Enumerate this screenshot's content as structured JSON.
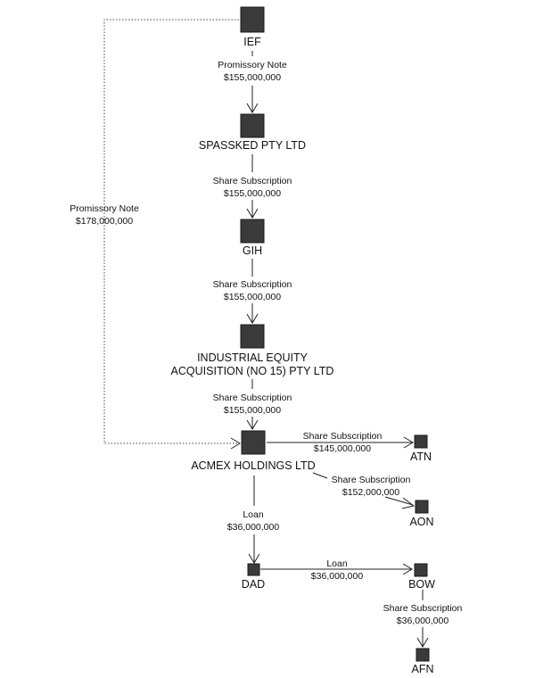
{
  "nodes": {
    "ief": "IEF",
    "spassked": "SPASSKED PTY LTD",
    "gih": "GIH",
    "industrial_line1": "INDUSTRIAL EQUITY",
    "industrial_line2": "ACQUISITION (NO 15) PTY LTD",
    "acmex": "ACMEX HOLDINGS LTD",
    "atn": "ATN",
    "aon": "AON",
    "dad": "DAD",
    "bow": "BOW",
    "afn": "AFN"
  },
  "edges": {
    "ief_spassked": {
      "type": "Promissory Note",
      "amount": "$155,000,000"
    },
    "spassked_gih": {
      "type": "Share Subscription",
      "amount": "$155,000,000"
    },
    "gih_industrial": {
      "type": "Share Subscription",
      "amount": "$155,000,000"
    },
    "industrial_acmex": {
      "type": "Share Subscription",
      "amount": "$155,000,000"
    },
    "ief_acmex": {
      "type": "Promissory Note",
      "amount": "$178,000,000"
    },
    "acmex_atn": {
      "type": "Share Subscription",
      "amount": "$145,000,000"
    },
    "acmex_aon": {
      "type": "Share Subscription",
      "amount": "$152,000,000"
    },
    "acmex_dad": {
      "type": "Loan",
      "amount": "$36,000,000"
    },
    "dad_bow": {
      "type": "Loan",
      "amount": "$36,000,000"
    },
    "bow_afn": {
      "type": "Share Subscription",
      "amount": "$36,000,000"
    }
  }
}
